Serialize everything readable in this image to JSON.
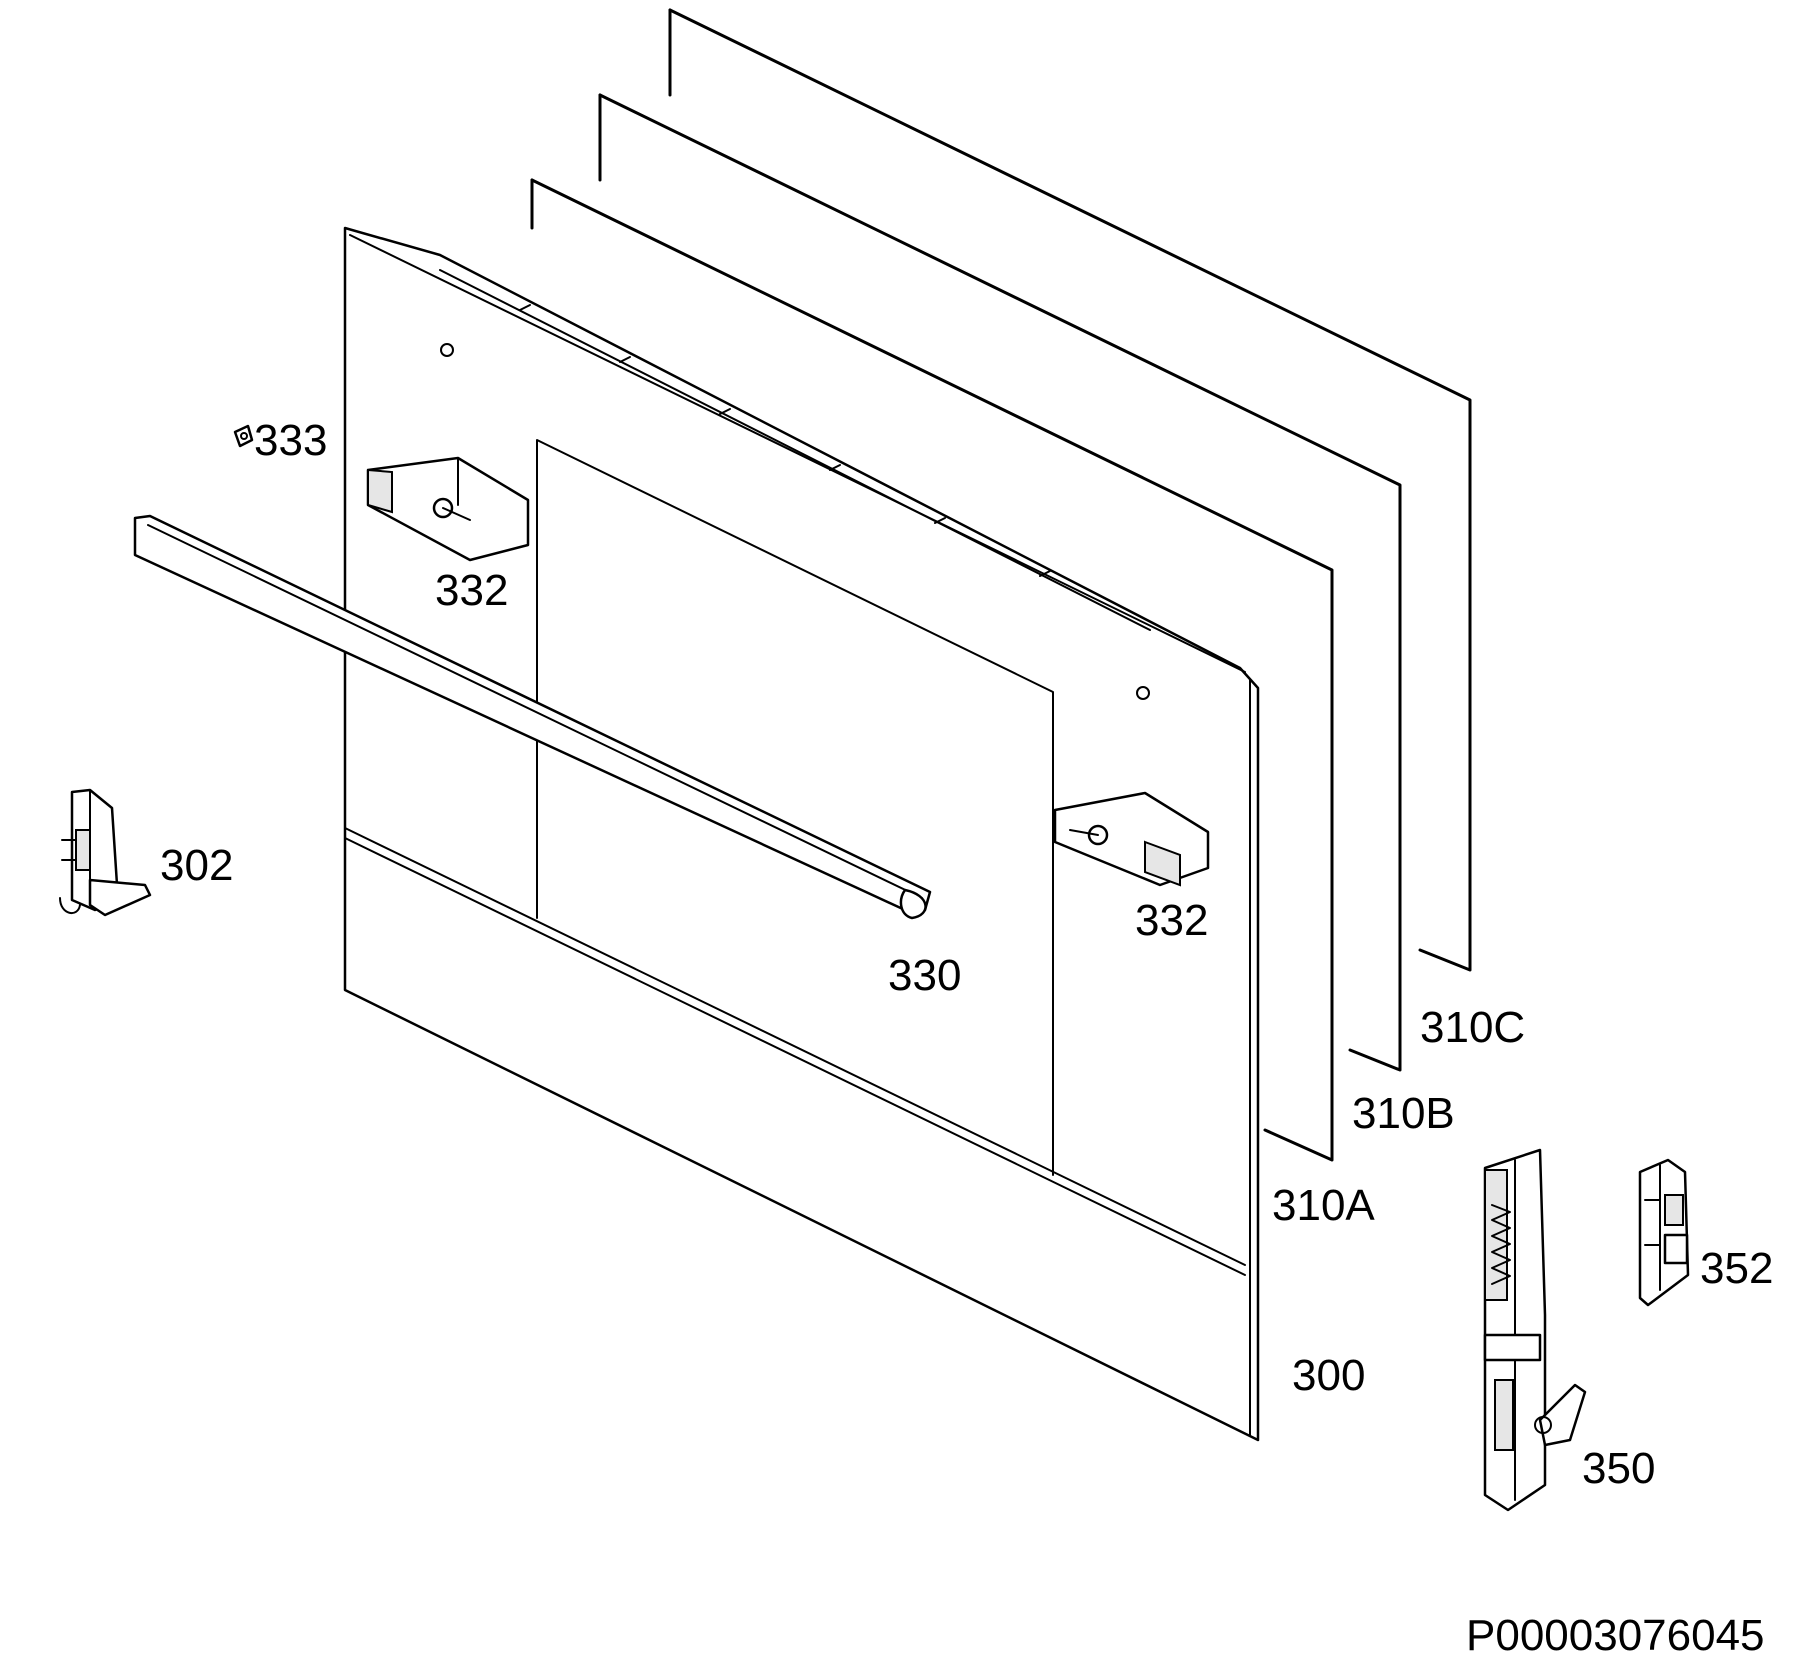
{
  "diagram": {
    "labels": {
      "p300": "300",
      "p302": "302",
      "p310A": "310A",
      "p310B": "310B",
      "p310C": "310C",
      "p330": "330",
      "p332_left": "332",
      "p332_right": "332",
      "p333": "333",
      "p350": "350",
      "p352": "352"
    },
    "drawing_code": "P00003076045"
  }
}
